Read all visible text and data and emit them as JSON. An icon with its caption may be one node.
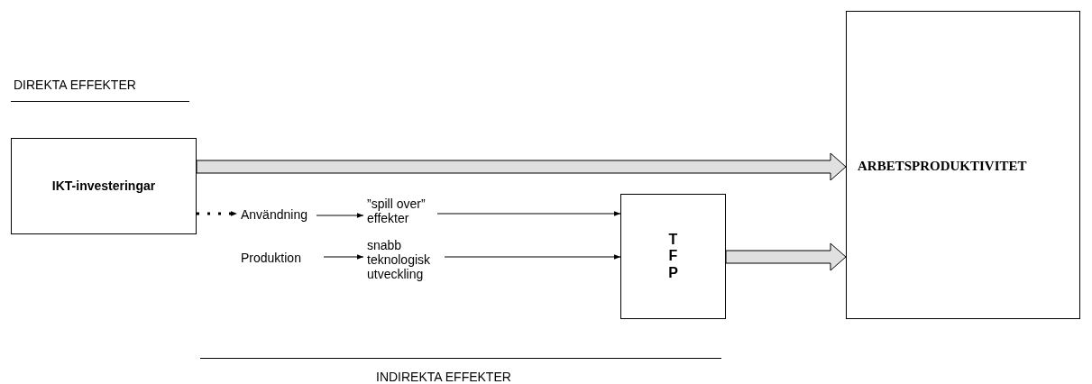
{
  "diagram": {
    "nodes": [
      {
        "text": [
          "IKT-investeringar"
        ]
      },
      {
        "text": [
          "ARBETSPRODUKTIVITET"
        ]
      },
      {
        "text": [
          "Användning"
        ]
      },
      {
        "text": [
          "”spill over” effekter"
        ]
      },
      {
        "text": [
          "Produktion"
        ]
      },
      {
        "text": [
          "snabb teknologisk utveckling"
        ]
      },
      {
        "text": [
          "T F P"
        ]
      }
    ],
    "edges": [
      {
        "from": 0,
        "to": 1,
        "arrow": "to",
        "style": "thick"
      },
      {
        "from": 0,
        "to": 2,
        "arrow": "to",
        "style": "dashed"
      },
      {
        "from": 2,
        "to": 3,
        "arrow": "to"
      },
      {
        "from": 4,
        "to": 5,
        "arrow": "to"
      },
      {
        "from": 3,
        "to": 6,
        "arrow": "to"
      },
      {
        "from": 5,
        "to": 6,
        "arrow": "to"
      },
      {
        "from": 6,
        "to": 1,
        "arrow": "to",
        "style": "thick"
      }
    ],
    "labels": [
      "DIREKTA EFFEKTER",
      "INDIREKTA EFFEKTER"
    ]
  }
}
